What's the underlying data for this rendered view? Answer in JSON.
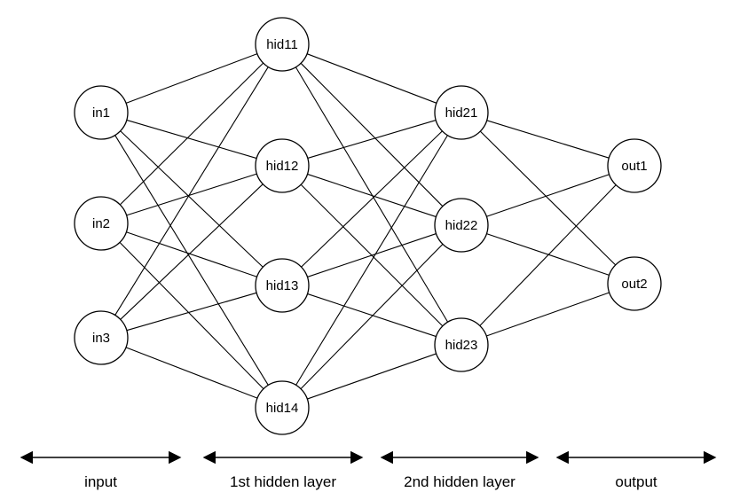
{
  "layers": [
    {
      "id": "input",
      "label": "input",
      "nodes": [
        "in1",
        "in2",
        "in3"
      ]
    },
    {
      "id": "hidden1",
      "label": "1st hidden layer",
      "nodes": [
        "hid11",
        "hid12",
        "hid13",
        "hid14"
      ]
    },
    {
      "id": "hidden2",
      "label": "2nd hidden layer",
      "nodes": [
        "hid21",
        "hid22",
        "hid23"
      ]
    },
    {
      "id": "output",
      "label": "output",
      "nodes": [
        "out1",
        "out2"
      ]
    }
  ],
  "connectivity": "fully-connected between adjacent layers",
  "colors": {
    "stroke": "#000000",
    "fill": "#ffffff",
    "background": "#ffffff"
  }
}
